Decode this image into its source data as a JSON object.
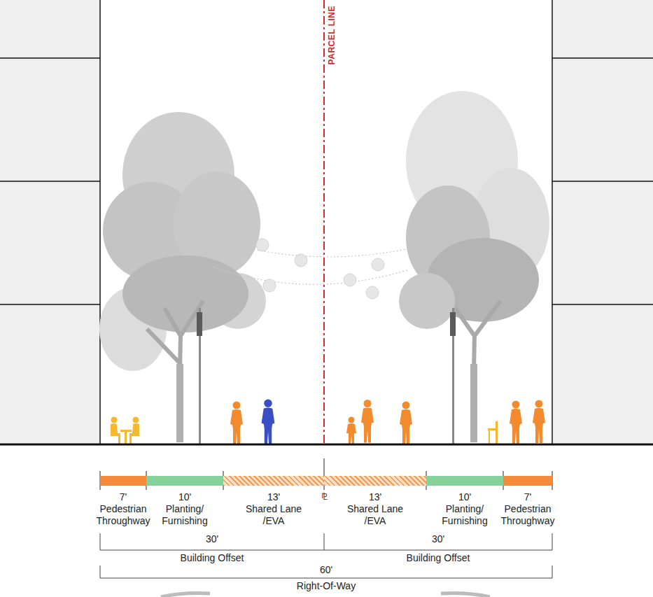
{
  "diagram": {
    "nodes": [
      {
        "text": [
          "7'",
          "Pedestrian Throughway"
        ]
      },
      {
        "text": [
          "10'",
          "Planting/ Furnishing"
        ]
      },
      {
        "text": [
          "13'",
          "Shared Lane /EVA"
        ]
      },
      {
        "text": [
          "13'",
          "Shared Lane /EVA"
        ]
      },
      {
        "text": [
          "10'",
          "Planting/ Furnishing"
        ]
      },
      {
        "text": [
          "7'",
          "Pedestrian Throughway"
        ]
      }
    ],
    "labels": [
      "PARCEL LINE",
      "⅊",
      "30'",
      "Building Offset",
      "30'",
      "Building Offset",
      "60'",
      "Right-Of-Way"
    ]
  }
}
